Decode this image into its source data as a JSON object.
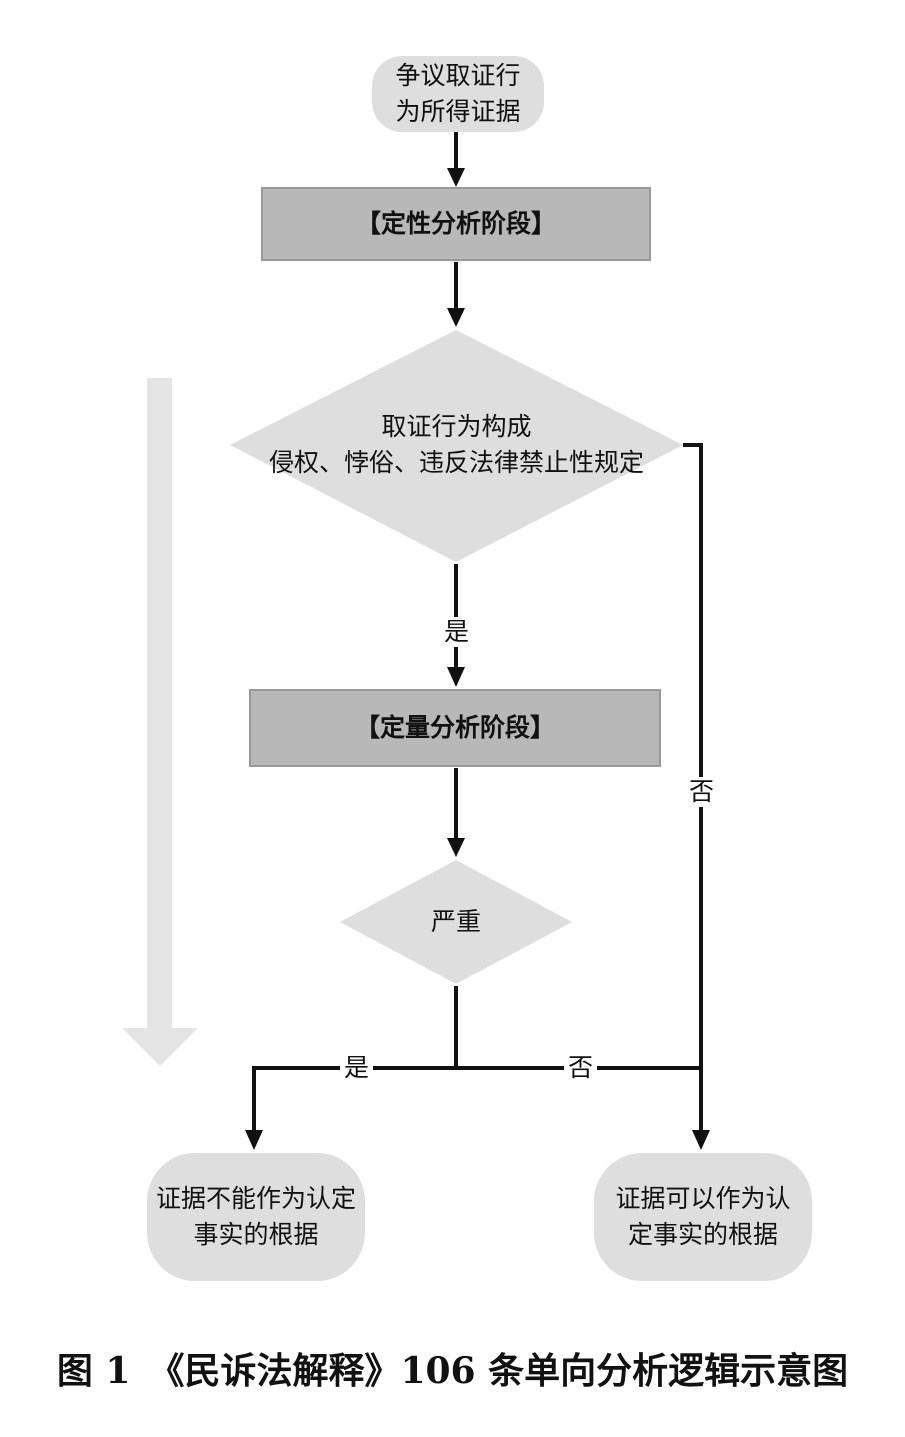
{
  "nodes": {
    "start": {
      "line1": "争议取证行",
      "line2": "为所得证据"
    },
    "stage1": {
      "label": "【定性分析阶段】"
    },
    "decision1": {
      "line1": "取证行为构成",
      "line2": "侵权、悖俗、违反法律禁止性规定"
    },
    "stage2": {
      "label": "【定量分析阶段】"
    },
    "decision2": {
      "label": "严重"
    },
    "outcome_left": {
      "line1": "证据不能作为认定",
      "line2": "事实的根据"
    },
    "outcome_right": {
      "line1": "证据可以作为认",
      "line2": "定事实的根据"
    }
  },
  "edges": {
    "yes1": "是",
    "no1": "否",
    "yes2": "是",
    "no2": "否"
  },
  "caption": "图 1　《民诉法解释》106 条单向分析逻辑示意图",
  "colors": {
    "stage_fill": "#b8b8b8",
    "stage_stroke": "#9a9a9a",
    "node_fill": "#dedede",
    "flow_arrow": "#e4e4e4",
    "line": "#111111"
  }
}
